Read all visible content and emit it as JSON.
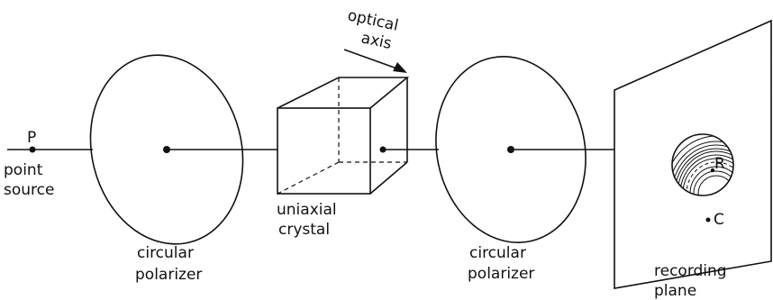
{
  "labels": {
    "point": "P",
    "point_source_line1": "point",
    "point_source_line2": "source",
    "polarizer1_line1": "circular",
    "polarizer1_line2": "polarizer",
    "crystal_line1": "uniaxial",
    "crystal_line2": "crystal",
    "axis_line1": "optical",
    "axis_line2": "axis",
    "polarizer2_line1": "circular",
    "polarizer2_line2": "polarizer",
    "plane_line1": "recording",
    "plane_line2": "plane",
    "fringe_point": "R",
    "center_point": "C"
  },
  "colors": {
    "ink": "#111111",
    "background": "#ffffff"
  }
}
